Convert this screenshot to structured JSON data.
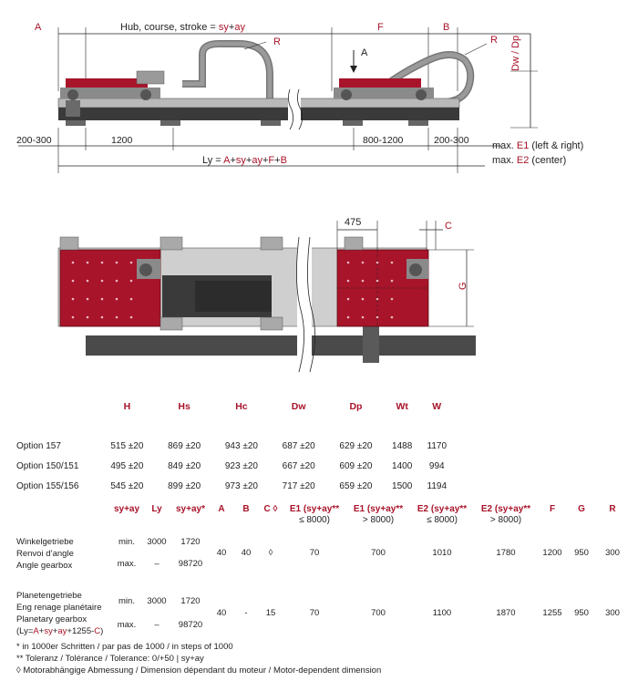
{
  "top_drawing": {
    "label_a": "A",
    "hub_text": "Hub, course, stroke = ",
    "hub_sy": "sy",
    "hub_plus1": "+",
    "hub_ay": "ay",
    "label_f": "F",
    "label_b": "B",
    "label_r_left": "R",
    "label_r_right": "R",
    "label_arrow_a": "A",
    "label_dw_dp": "Dw / Dp",
    "dim_200_300_left": "200-300",
    "dim_1200": "1200",
    "dim_800_1200": "800-1200",
    "dim_200_300_right": "200-300",
    "ly_prefix": "Ly = ",
    "ly_a": "A",
    "ly_plus1": "+",
    "ly_sy1": "sy",
    "ly_plus2": "+",
    "ly_ay1": "ay",
    "ly_plus3": "+",
    "ly_f": "F",
    "ly_plus4": "+",
    "ly_b": "B",
    "max_e1_prefix": "max. ",
    "max_e1_code": "E1",
    "max_e1_suffix": " (left & right)",
    "max_e2_prefix": "max. ",
    "max_e2_code": "E2",
    "max_e2_suffix": " (center)"
  },
  "mid_drawing": {
    "dim_475": "475",
    "label_c": "C",
    "label_g": "G"
  },
  "option_table": {
    "headers": [
      "H",
      "Hs",
      "Hc",
      "Dw",
      "Dp",
      "Wt",
      "W"
    ],
    "rows": [
      {
        "label": "Option 157",
        "values": [
          "515 ±20",
          "869 ±20",
          "943 ±20",
          "687 ±20",
          "629 ±20",
          "1488",
          "1170"
        ]
      },
      {
        "label": "Option 150/151",
        "values": [
          "495 ±20",
          "849 ±20",
          "923 ±20",
          "667 ±20",
          "609 ±20",
          "1400",
          "994"
        ]
      },
      {
        "label": "Option 155/156",
        "values": [
          "545 ±20",
          "899 ±20",
          "973 ±20",
          "717 ±20",
          "659 ±20",
          "1500",
          "1194"
        ]
      }
    ]
  },
  "dim_table": {
    "headers": {
      "syay": "sy+ay",
      "ly": "Ly",
      "syay_star": "sy+ay*",
      "a": "A",
      "b": "B",
      "c": "C ◊",
      "e1a_main": "E1 (sy+ay**",
      "e1a_sub": "≤ 8000)",
      "e1b_main": "E1 (sy+ay**",
      "e1b_sub": "> 8000)",
      "e2a_main": "E2 (sy+ay**",
      "e2a_sub": "≤ 8000)",
      "e2b_main": "E2 (sy+ay**",
      "e2b_sub": "> 8000)",
      "f": "F",
      "g": "G",
      "r": "R"
    },
    "groups": [
      {
        "line1": "Winkelgetriebe",
        "line2": "Renvoi d’angle",
        "line3": "Angle gearbox",
        "line4": "",
        "min_label": "min.",
        "min_ly": "3000",
        "min_syay": "1720",
        "max_label": "max.",
        "max_ly": "–",
        "max_syay": "98720",
        "a": "40",
        "b": "40",
        "c": "◊",
        "e1a": "70",
        "e1b": "700",
        "e2a": "1010",
        "e2b": "1780",
        "f": "1200",
        "g": "950",
        "r": "300"
      },
      {
        "line1": "Planetengetriebe",
        "line2": "Eng renage planétaire",
        "line3": "Planetary gearbox",
        "line4_prefix": "(Ly=",
        "line4_a": "A",
        "line4_p1": "+",
        "line4_sy": "sy",
        "line4_p2": "+",
        "line4_ay": "ay",
        "line4_p3": "+1255-",
        "line4_c": "C",
        "line4_end": ")",
        "min_label": "min.",
        "min_ly": "3000",
        "min_syay": "1720",
        "max_label": "max.",
        "max_ly": "–",
        "max_syay": "98720",
        "a": "40",
        "b": "-",
        "c": "15",
        "e1a": "70",
        "e1b": "700",
        "e2a": "1100",
        "e2b": "1870",
        "f": "1255",
        "g": "950",
        "r": "300"
      }
    ]
  },
  "notes": {
    "n1": "* in 1000er Schritten / par pas de 1000 / in steps of 1000",
    "n2": "** Toleranz / Tolérance / Tolerance: 0/+50 | sy+ay",
    "n3": "◊ Motorabhängige Abmessung / Dimension dépendant du moteur / Motor-dependent dimension"
  }
}
